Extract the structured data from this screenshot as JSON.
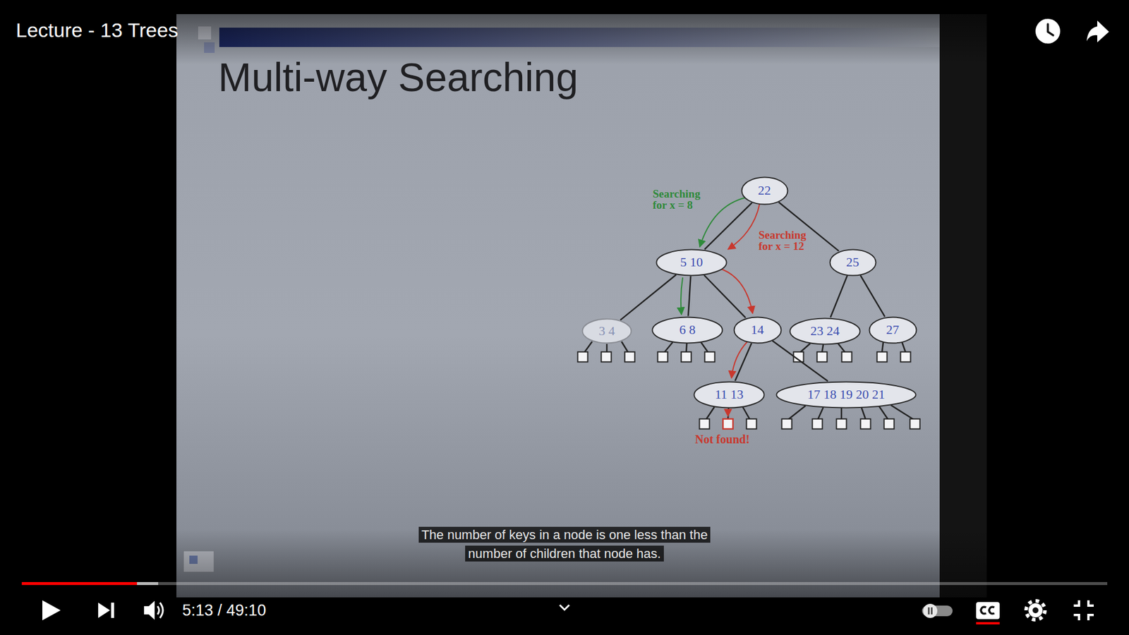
{
  "diagram": {
    "title": "Multi-way Searching",
    "caption": "The number of keys in a node is one less than the number of children that node has.",
    "nodes": [
      {
        "text": [
          "22"
        ]
      },
      {
        "text": [
          "5 10"
        ]
      },
      {
        "text": [
          "25"
        ]
      },
      {
        "text": [
          "3 4"
        ]
      },
      {
        "text": [
          "6 8"
        ]
      },
      {
        "text": [
          "14"
        ]
      },
      {
        "text": [
          "23 24"
        ]
      },
      {
        "text": [
          "27"
        ]
      },
      {
        "text": [
          "11 13"
        ]
      },
      {
        "text": [
          "17 18 19 20 21"
        ]
      }
    ],
    "edges": [
      {
        "from": 0,
        "to": 1,
        "arrow": "none"
      },
      {
        "from": 0,
        "to": 2,
        "arrow": "none"
      },
      {
        "from": 1,
        "to": 3,
        "arrow": "none"
      },
      {
        "from": 1,
        "to": 4,
        "arrow": "none"
      },
      {
        "from": 1,
        "to": 5,
        "arrow": "none"
      },
      {
        "from": 2,
        "to": 6,
        "arrow": "none"
      },
      {
        "from": 2,
        "to": 7,
        "arrow": "none"
      },
      {
        "from": 5,
        "to": 8,
        "arrow": "none"
      },
      {
        "from": 5,
        "to": 9,
        "arrow": "none"
      }
    ],
    "labels": [
      "Lecture - 13 Trees",
      "Searching for x = 8",
      "Searching for x = 12",
      "Not found!",
      "5:13 / 49:10"
    ]
  }
}
